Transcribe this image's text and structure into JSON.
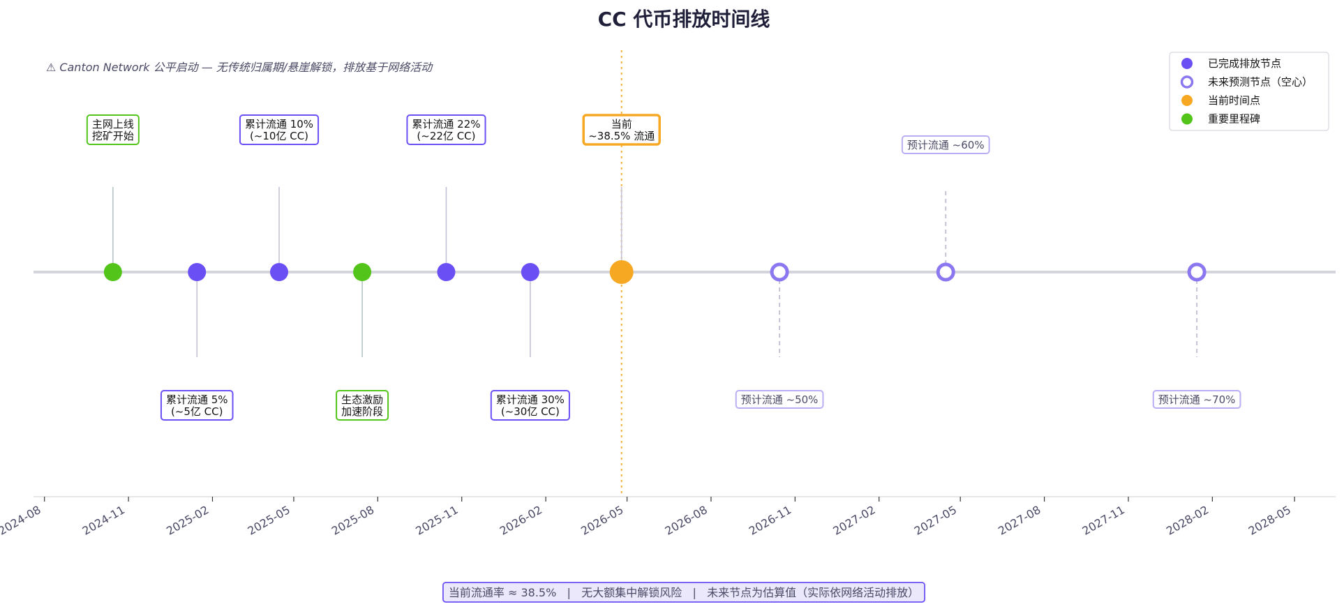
{
  "chart_data": {
    "type": "timeline",
    "title": "CC 代币排放时间线",
    "note": "⚠ Canton Network 公平启动 — 无传统归属期/悬崖解锁，排放基于网络活动",
    "x_range": [
      "2024-07-20",
      "2028-06-15"
    ],
    "x_ticks": [
      "2024-08",
      "2024-11",
      "2025-02",
      "2025-05",
      "2025-08",
      "2025-11",
      "2026-02",
      "2026-05",
      "2026-08",
      "2026-11",
      "2027-02",
      "2027-05",
      "2027-08",
      "2027-11",
      "2028-02",
      "2028-05"
    ],
    "current_date": "2026-04-25",
    "legend": [
      {
        "label": "已完成排放节点",
        "kind": "done"
      },
      {
        "label": "未来预测节点（空心）",
        "kind": "future"
      },
      {
        "label": "当前时间点",
        "kind": "current"
      },
      {
        "label": "重要里程碑",
        "kind": "milestone"
      }
    ],
    "events": [
      {
        "date": "2024-10-15",
        "kind": "milestone",
        "label": [
          "主网上线",
          "挖矿开始"
        ],
        "pos": "above"
      },
      {
        "date": "2025-01-15",
        "kind": "done",
        "label": [
          "累计流通 5%",
          "(~5亿 CC)"
        ],
        "pos": "below"
      },
      {
        "date": "2025-04-15",
        "kind": "done",
        "label": [
          "累计流通 10%",
          "(~10亿 CC)"
        ],
        "pos": "above"
      },
      {
        "date": "2025-07-15",
        "kind": "milestone",
        "label": [
          "生态激励",
          "加速阶段"
        ],
        "pos": "below"
      },
      {
        "date": "2025-10-15",
        "kind": "done",
        "label": [
          "累计流通 22%",
          "(~22亿 CC)"
        ],
        "pos": "above"
      },
      {
        "date": "2026-01-15",
        "kind": "done",
        "label": [
          "累计流通 30%",
          "(~30亿 CC)"
        ],
        "pos": "below"
      },
      {
        "date": "2026-04-25",
        "kind": "current",
        "label": [
          "当前",
          "~38.5% 流通"
        ],
        "pos": "above"
      },
      {
        "date": "2026-10-15",
        "kind": "future",
        "label": [
          "预计流通 ~50%"
        ],
        "pos": "below"
      },
      {
        "date": "2027-04-15",
        "kind": "future",
        "label": [
          "预计流通 ~60%"
        ],
        "pos": "above"
      },
      {
        "date": "2028-01-15",
        "kind": "future",
        "label": [
          "预计流通 ~70%"
        ],
        "pos": "below"
      }
    ],
    "footer": "当前流通率 ≈ 38.5%   |   无大额集中解锁风险   |   未来节点为估算值（实际依网络活动排放）",
    "colors": {
      "done": "#6a4ff5",
      "future": "#8b78f0",
      "current": "#f7a823",
      "milestone": "#52c41a",
      "axis_line": "#d3d4dc",
      "text": "#1f1f3a",
      "muted": "#4a4a66"
    }
  }
}
